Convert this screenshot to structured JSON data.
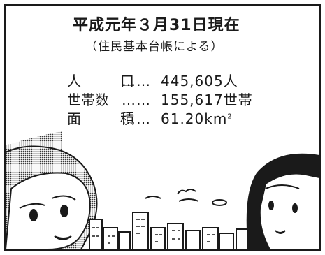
{
  "header": {
    "title": "平成元年３月31日現在",
    "subtitle": "（住民基本台帳による）"
  },
  "stats": [
    {
      "label": "人　口",
      "dots": "……",
      "value": "445,605人"
    },
    {
      "label": "世帯数",
      "dots": "……",
      "value": "155,617世帯"
    },
    {
      "label": "面　積",
      "dots": "……",
      "value": "61.20km",
      "suffix": "2"
    }
  ],
  "colors": {
    "ink": "#1a1a1a",
    "tone": "#9a9a9a",
    "paper": "#ffffff"
  }
}
